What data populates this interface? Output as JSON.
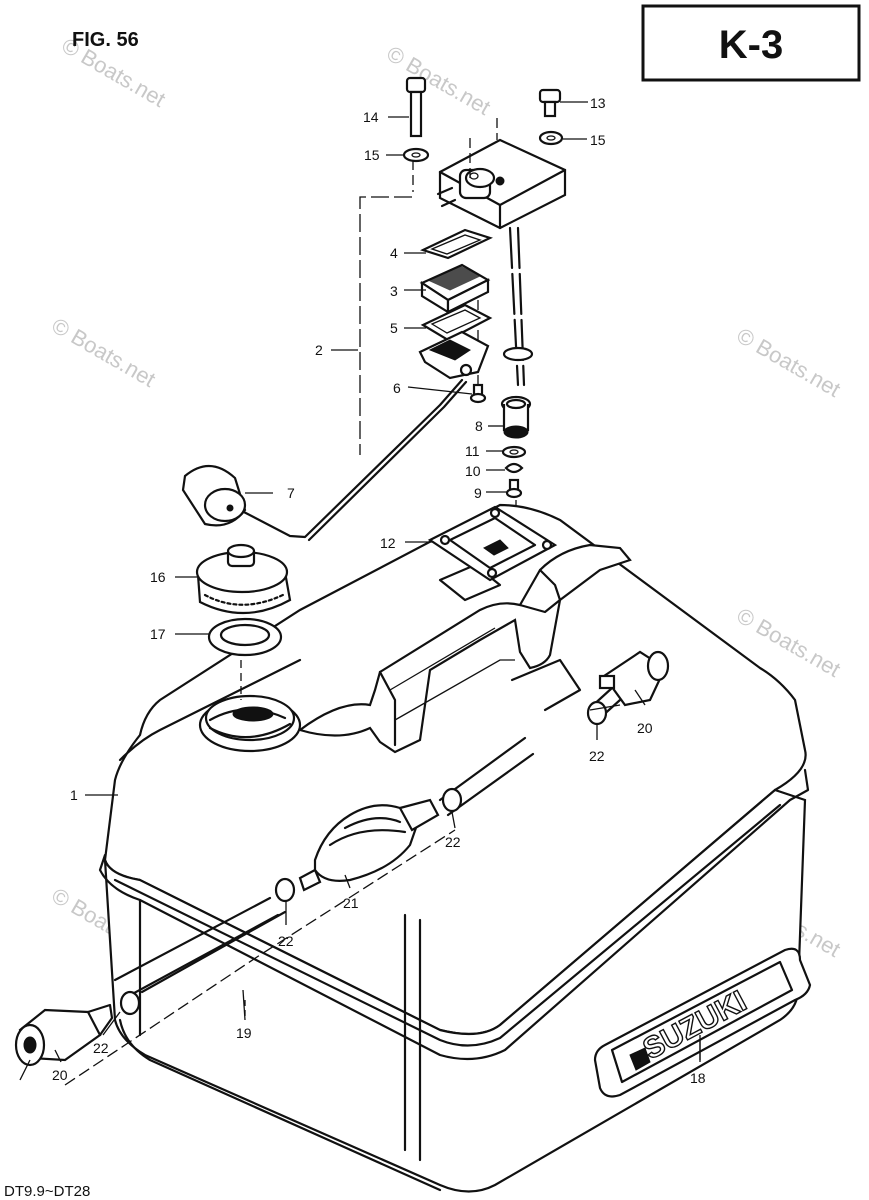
{
  "figure": {
    "label": "FIG. 56",
    "section_code": "K-3",
    "models": "DT9.9~DT28"
  },
  "watermark": "© Boats.net",
  "brand_decal": "SUZUKI",
  "callouts": [
    {
      "id": "c14",
      "text": "14"
    },
    {
      "id": "c13",
      "text": "13"
    },
    {
      "id": "c15a",
      "text": "15"
    },
    {
      "id": "c15b",
      "text": "15"
    },
    {
      "id": "c4",
      "text": "4"
    },
    {
      "id": "c3",
      "text": "3"
    },
    {
      "id": "c5",
      "text": "5"
    },
    {
      "id": "c2",
      "text": "2"
    },
    {
      "id": "c6",
      "text": "6"
    },
    {
      "id": "c8",
      "text": "8"
    },
    {
      "id": "c11",
      "text": "11"
    },
    {
      "id": "c10",
      "text": "10"
    },
    {
      "id": "c9",
      "text": "9"
    },
    {
      "id": "c7",
      "text": "7"
    },
    {
      "id": "c12",
      "text": "12"
    },
    {
      "id": "c16",
      "text": "16"
    },
    {
      "id": "c17",
      "text": "17"
    },
    {
      "id": "c1",
      "text": "1"
    },
    {
      "id": "c20a",
      "text": "20"
    },
    {
      "id": "c22a",
      "text": "22"
    },
    {
      "id": "c22b",
      "text": "22"
    },
    {
      "id": "c21",
      "text": "21"
    },
    {
      "id": "c22c",
      "text": "22"
    },
    {
      "id": "c19",
      "text": "19"
    },
    {
      "id": "c22d",
      "text": "22"
    },
    {
      "id": "c20b",
      "text": "20"
    },
    {
      "id": "c18",
      "text": "18"
    }
  ]
}
